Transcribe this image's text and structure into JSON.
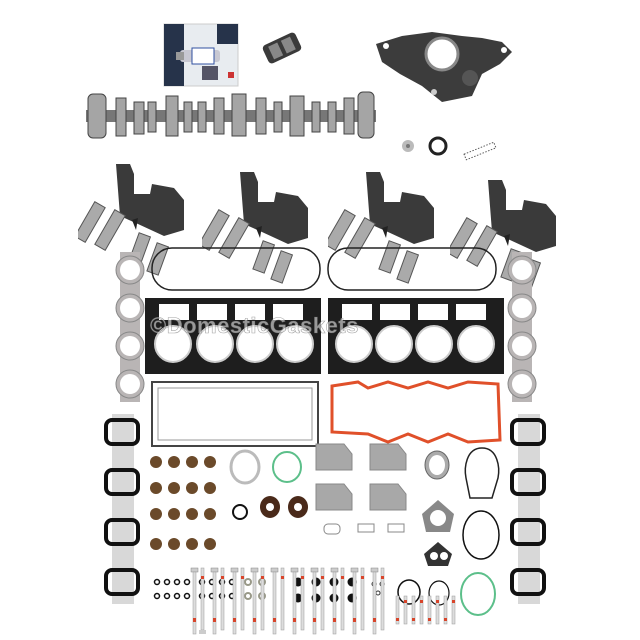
{
  "image": {
    "subject": "Engine camshaft, lifter and head gasket kit",
    "background": "#ffffff",
    "watermark": "©DomesticGaskets"
  },
  "parts": {
    "top_row": [
      "sealant-tube-package",
      "oil-pickup-screen",
      "camshaft",
      "oil-pump",
      "relief-valve-plug",
      "o-ring",
      "spring"
    ],
    "lifter_sets": 4,
    "lifters_per_set": 4,
    "gaskets": [
      "valve-cover-gasket-left",
      "valve-cover-gasket-right",
      "head-gasket-left",
      "head-gasket-right",
      "exhaust-manifold-gasket-left",
      "exhaust-manifold-gasket-right",
      "valley-cover-gasket-left",
      "valley-cover-gasket-right",
      "intake-gaskets-left",
      "intake-gaskets-right"
    ],
    "valve_seals": 16,
    "head_bolts_long": 20,
    "head_bolts_short": 8
  },
  "colors": {
    "steel": "#b8b8b8",
    "dark_steel": "#3a3a3a",
    "gasket_gray": "#a8a8a8",
    "gasket_red": "#e0502a",
    "seal_green": "#5cbf8a",
    "seal_brown": "#6b4a2a",
    "bolt_red": "#d8442a"
  }
}
